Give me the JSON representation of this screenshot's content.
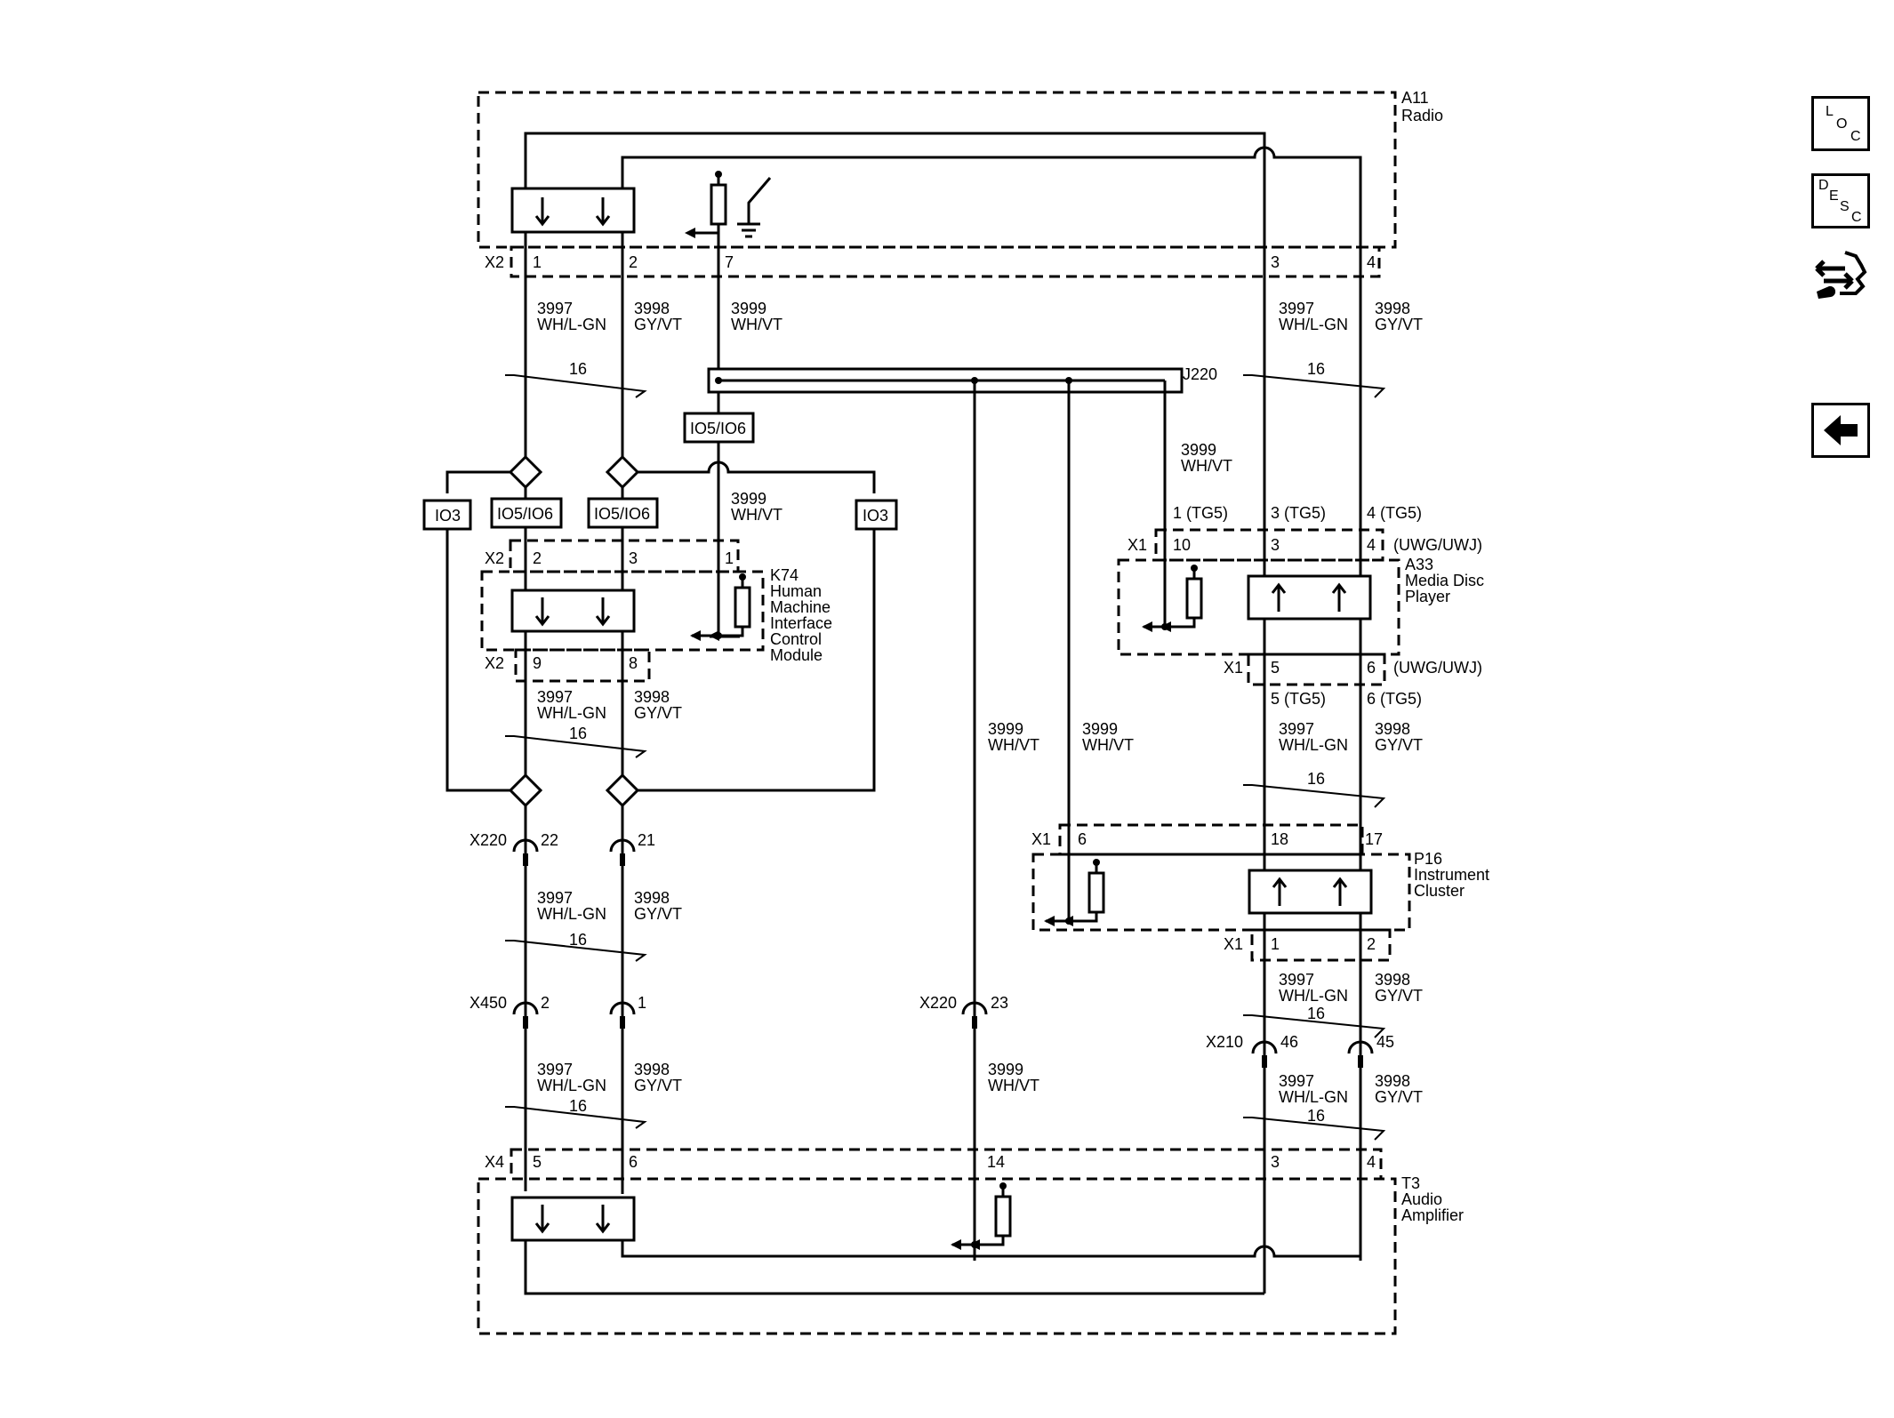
{
  "components": {
    "a11": {
      "id": "A11",
      "name": "Radio"
    },
    "k74": {
      "id": "K74",
      "line1": "Human",
      "line2": "Machine",
      "line3": "Interface",
      "line4": "Control",
      "line5": "Module"
    },
    "a33": {
      "id": "A33",
      "line1": "Media Disc",
      "line2": "Player"
    },
    "p16": {
      "id": "P16",
      "line1": "Instrument",
      "line2": "Cluster"
    },
    "t3": {
      "id": "T3",
      "line1": "Audio",
      "line2": "Amplifier"
    }
  },
  "connectors": {
    "x1": "X1",
    "x2": "X2",
    "x4": "X4",
    "x210": "X210",
    "x220": "X220",
    "x450": "X450",
    "j220": "J220"
  },
  "pins": {
    "p1": "1",
    "p2": "2",
    "p3": "3",
    "p4": "4",
    "p5": "5",
    "p6": "6",
    "p7": "7",
    "p8": "8",
    "p9": "9",
    "p10": "10",
    "p14": "14",
    "p17": "17",
    "p18": "18",
    "p21": "21",
    "p22": "22",
    "p23": "23",
    "p45": "45",
    "p46": "46",
    "p1tg5": "1 (TG5)",
    "p3tg5": "3 (TG5)",
    "p4tg5": "4 (TG5)",
    "p5tg5": "5 (TG5)",
    "p6tg5": "6 (TG5)"
  },
  "options": {
    "uwg": "(UWG/UWJ)"
  },
  "circuits": {
    "c3997": "3997",
    "c3998": "3998",
    "c3999": "3999",
    "whlgn": "WH/L-GN",
    "gyvt": "GY/VT",
    "whvt": "WH/VT"
  },
  "twist": "16",
  "refs": {
    "io56": "IO5/IO6",
    "io3": "IO3"
  },
  "nav": {
    "loc": "LOC",
    "desc": "DESC"
  },
  "colors": {
    "line": "#000000",
    "background": "#ffffff"
  }
}
